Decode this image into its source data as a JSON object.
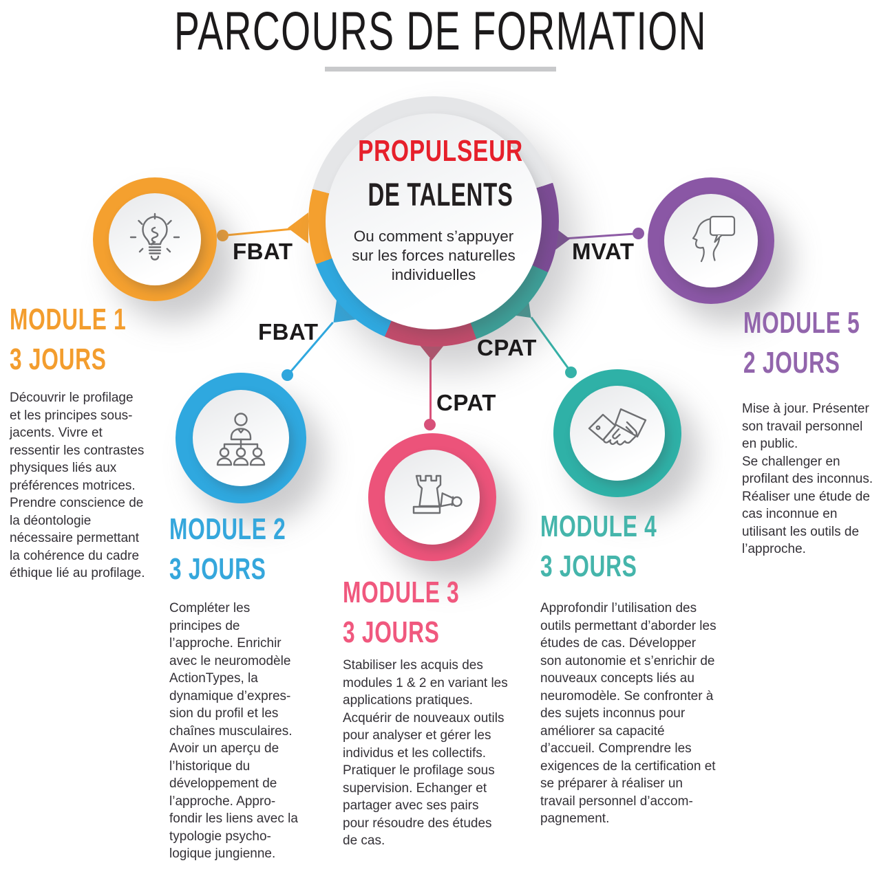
{
  "title": "PARCOURS DE FORMATION",
  "center": {
    "heading_red": "PROPULSEUR",
    "heading_black": "DE TALENTS",
    "subtitle": "Ou comment s’appuyer sur les forces naturelles individuelles"
  },
  "connectors": [
    {
      "module": 1,
      "label": "FBAT"
    },
    {
      "module": 2,
      "label": "FBAT"
    },
    {
      "module": 3,
      "label": "CPAT"
    },
    {
      "module": 4,
      "label": "CPAT"
    },
    {
      "module": 5,
      "label": "MVAT"
    }
  ],
  "modules": [
    {
      "name": "MODULE 1",
      "duration": "3 JOURS",
      "color": "#F39D2E",
      "icon": "lightbulb-icon",
      "description": "Découvrir le profilage et les principes sous-jacents. Vivre et ressentir les contrastes physiques liés aux préférences motrices. Prendre conscience de la déontologie nécessaire permet­tant la cohérence du cadre éthique lié au profilage."
    },
    {
      "name": "MODULE 2",
      "duration": "3 JOURS",
      "color": "#35A7DC",
      "icon": "org-chart-icon",
      "description": "Compléter les principes de l’approche. Enrichir avec le neuromodèle ActionTypes, la dynamique d’expres­sion du profil et les chaînes musculaires. Avoir un aperçu de l’historique du développement de l’approche. Appro­fondir les liens avec la typologie psycho­logique jungienne."
    },
    {
      "name": "MODULE 3",
      "duration": "3 JOURS",
      "color": "#F0587E",
      "icon": "chess-pieces-icon",
      "description": "Stabiliser les acquis des modules 1 & 2 en variant les applications pratiques. Acquérir de nouveaux outils pour analyser et gérer les individus et les collectifs. Pratiquer le profilage sous supervi­sion. Echanger et partager avec ses pairs pour résoudre des études de cas."
    },
    {
      "name": "MODULE 4",
      "duration": "3 JOURS",
      "color": "#45B5AB",
      "icon": "handshake-icon",
      "description": "Approfondir l’utilisation des outils permettant d’aborder les études de cas. Dévelop­per son autonomie et s’enrichir de nouveaux concepts liés au neuromo­dèle. Se confronter à des sujets inconnus pour améliorer sa capacité d’accueil. Comprendre les exigences de la certification et se préparer à réaliser un travail personnel d’accom­pagnement."
    },
    {
      "name": "MODULE 5",
      "duration": "2 JOURS",
      "color": "#9265AC",
      "icon": "head-speech-bubble-icon",
      "description": "Mise à jour. Présenter son travail personnel en public.\nSe challenger en profilant des inconnus. Réaliser une étude de cas inconnue en utilisant les outils de l’approche."
    }
  ],
  "colors": {
    "accent_red": "#E6202B",
    "orange": "#F4A02F",
    "blue": "#2FA8DF",
    "pink": "#EC537A",
    "pink_dark": "#C04C6B",
    "teal": "#2FB1A7",
    "teal_dark": "#3E9E97",
    "purple": "#8A57A5",
    "purple_dark": "#7C4C95",
    "ring_gray": "#E5E6E8",
    "underline_gray": "#C8C9CB",
    "icon_stroke": "#6E6F72",
    "text_dark": "#333036",
    "label_black": "#1C1A1B"
  }
}
